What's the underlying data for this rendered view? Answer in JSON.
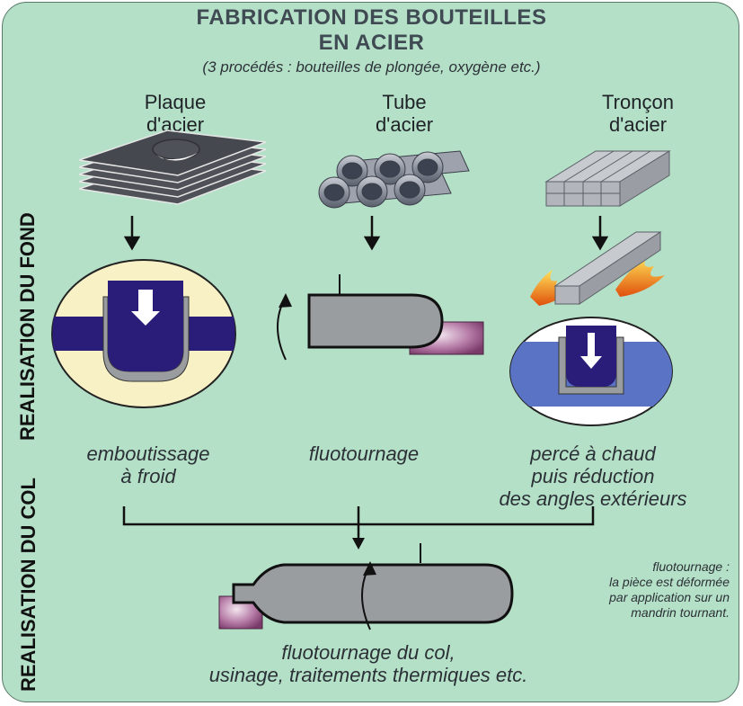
{
  "title": {
    "line1": "FABRICATION DES BOUTEILLES",
    "line2": "EN ACIER",
    "subtitle": "(3 procédés : bouteilles de plongée, oxygène etc.)"
  },
  "side_labels": {
    "fond": "REALISATION DU FOND",
    "col": "REALISATION DU COL"
  },
  "materials": {
    "plaque": {
      "line1": "Plaque",
      "line2": "d'acier"
    },
    "tube": {
      "line1": "Tube",
      "line2": "d'acier"
    },
    "troncon": {
      "line1": "Tronçon",
      "line2": "d'acier"
    }
  },
  "processes": {
    "emboutissage": {
      "line1": "emboutissage",
      "line2": "à froid"
    },
    "fluotournage": {
      "line1": "fluotournage"
    },
    "perce": {
      "line1": "percé à chaud",
      "line2": "puis réduction",
      "line3": "des angles extérieurs"
    }
  },
  "note": {
    "line1": "fluotournage :",
    "line2": "la pièce est déformée",
    "line3": "par application sur un",
    "line4": "mandrin tournant."
  },
  "final": {
    "line1": "fluotournage du col,",
    "line2": "usinage, traitements thermiques etc."
  },
  "colors": {
    "background": "#b5e0c8",
    "steel": "#9a9da0",
    "navy": "#2a1d7a",
    "mandrel": "#a0568e",
    "cream": "#f7f1c5",
    "blue": "#5a73c4"
  }
}
